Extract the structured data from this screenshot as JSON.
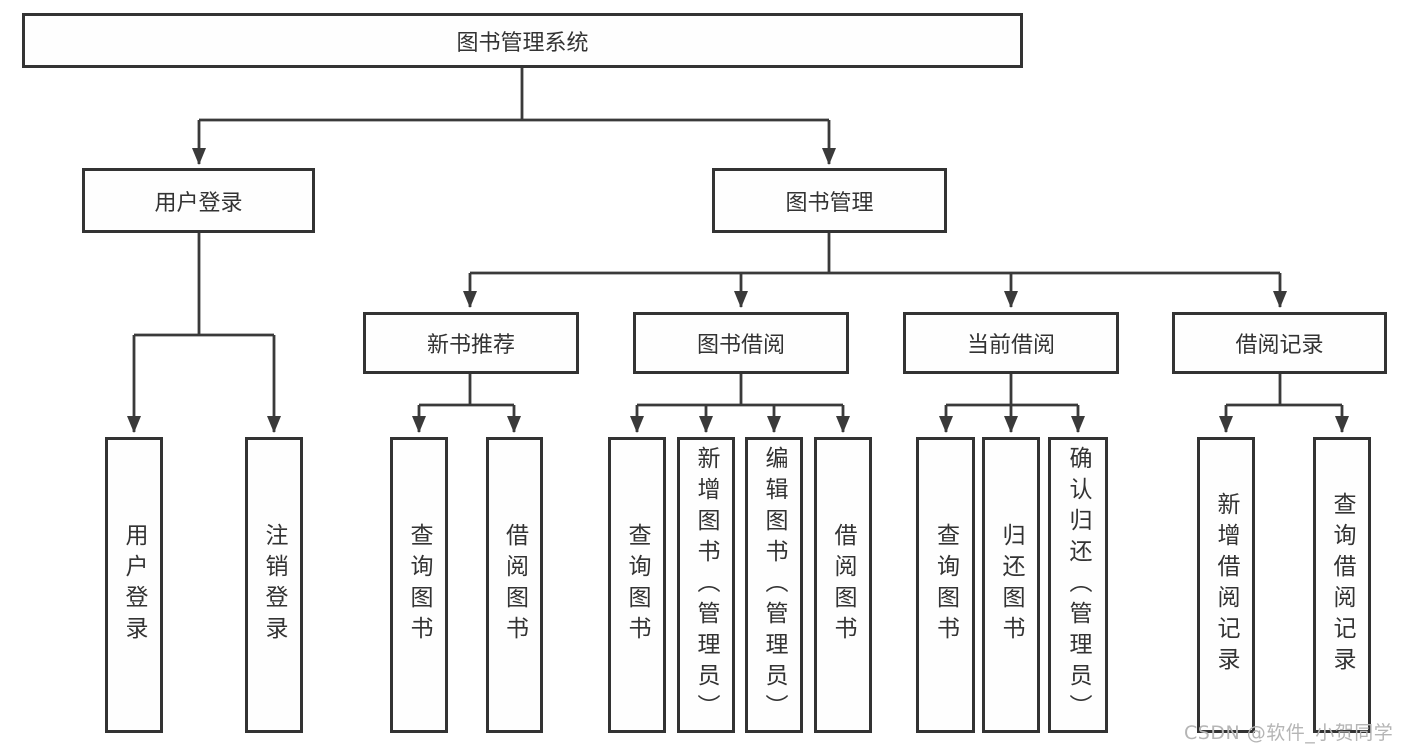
{
  "diagram": {
    "root": "图书管理系统",
    "level2": {
      "user_login_module": "用户登录",
      "book_management": "图书管理"
    },
    "level3": {
      "new_book_recommend": "新书推荐",
      "book_borrow": "图书借阅",
      "current_borrow": "当前借阅",
      "borrow_records": "借阅记录"
    },
    "leaves": {
      "user_login": "用户登录",
      "logout": "注销登录",
      "nb_query_book": "查询图书",
      "nb_borrow_book": "借阅图书",
      "bb_query_book": "查询图书",
      "bb_add_book": "新增图书（管理员）",
      "bb_edit_book": "编辑图书（管理员）",
      "bb_borrow_book": "借阅图书",
      "cb_query_book": "查询图书",
      "cb_return_book": "归还图书",
      "cb_confirm_return": "确认归还（管理员）",
      "br_add_record": "新增借阅记录",
      "br_query_record": "查询借阅记录"
    }
  },
  "watermark": "CSDN @软件_小贺同学",
  "colors": {
    "line": "#3a3a3a",
    "box_border": "#333333",
    "text": "#333333",
    "watermark": "#b5b5b5",
    "background": "#ffffff"
  }
}
